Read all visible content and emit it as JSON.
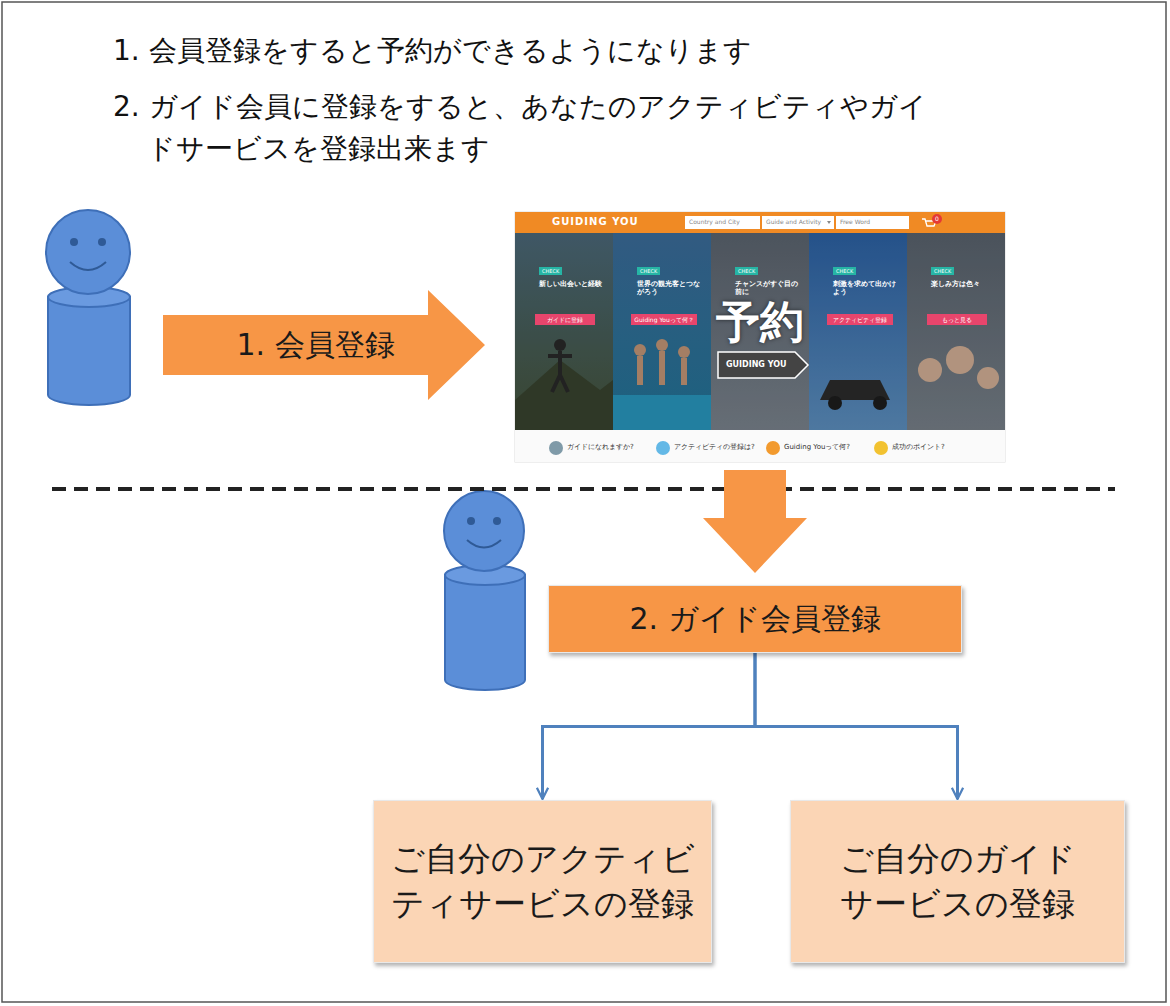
{
  "diagram": {
    "nodes": [
      {
        "text": [
          "1. 会員登録"
        ]
      },
      {
        "text": [
          "予約"
        ]
      },
      {
        "text": [
          "2. ガイド会員登録"
        ]
      },
      {
        "text": [
          "ご自分のアクティビティサービスの登録"
        ]
      },
      {
        "text": [
          "ご自分のガイドサービスの登録"
        ]
      }
    ],
    "edges": [
      {
        "from": 1,
        "to": 2,
        "arrow": "to"
      },
      {
        "from": 2,
        "to": 3,
        "arrow": "to"
      },
      {
        "from": 2,
        "to": 4,
        "arrow": "to"
      }
    ],
    "labels": [
      "1. 会員登録をすると予約ができるようになります",
      "2. ガイド会員に登録をすると、あなたのアクティビティやガイドサービスを登録出来ます",
      "GUIDING YOU",
      "Country and City",
      "Guide and Activity",
      "Free Word",
      "0",
      "CHECK",
      "新しい出会いと経験",
      "ガイドに登録",
      "CHECK",
      "世界の観光客とつながろう",
      "Guiding Youって何？",
      "CHECK",
      "チャンスがすぐ目の前に",
      "CHECK",
      "刺激を求めて出かけよう",
      "アクティビティ登録",
      "CHECK",
      "楽しみ方は色々",
      "もっと見る",
      "GUIDING YOU",
      "ガイドになれますか?",
      "アクティビティの登録は?",
      "Guiding Youって何?",
      "成功のポイント?"
    ]
  }
}
